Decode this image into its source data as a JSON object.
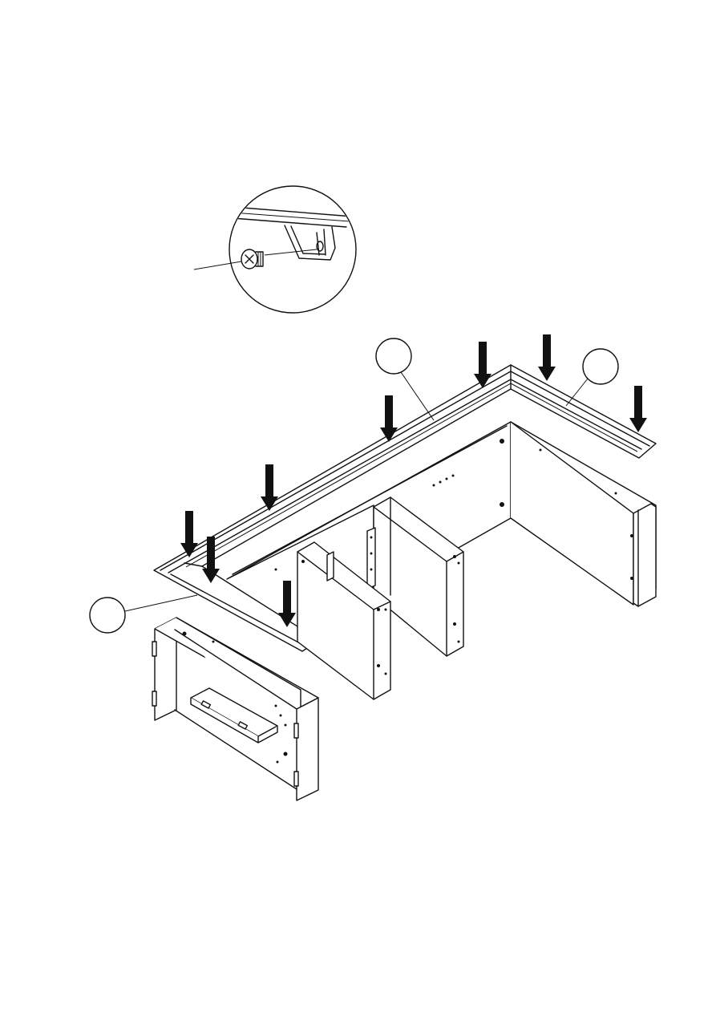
{
  "page": {
    "type": "assembly-instruction-step",
    "background": "#ffffff",
    "line_color": "#111111"
  },
  "detail_view": {
    "shape": "circle",
    "shows": [
      "top-rail",
      "corner-bracket",
      "screw"
    ],
    "icon": "screw-icon"
  },
  "callouts": [
    {
      "id": "callout-top-rail-back",
      "label": ""
    },
    {
      "id": "callout-top-rail-right",
      "label": ""
    },
    {
      "id": "callout-top-rail-front",
      "label": ""
    }
  ],
  "arrows": {
    "direction": "down",
    "count": 8,
    "icon": "arrow-down-icon"
  }
}
